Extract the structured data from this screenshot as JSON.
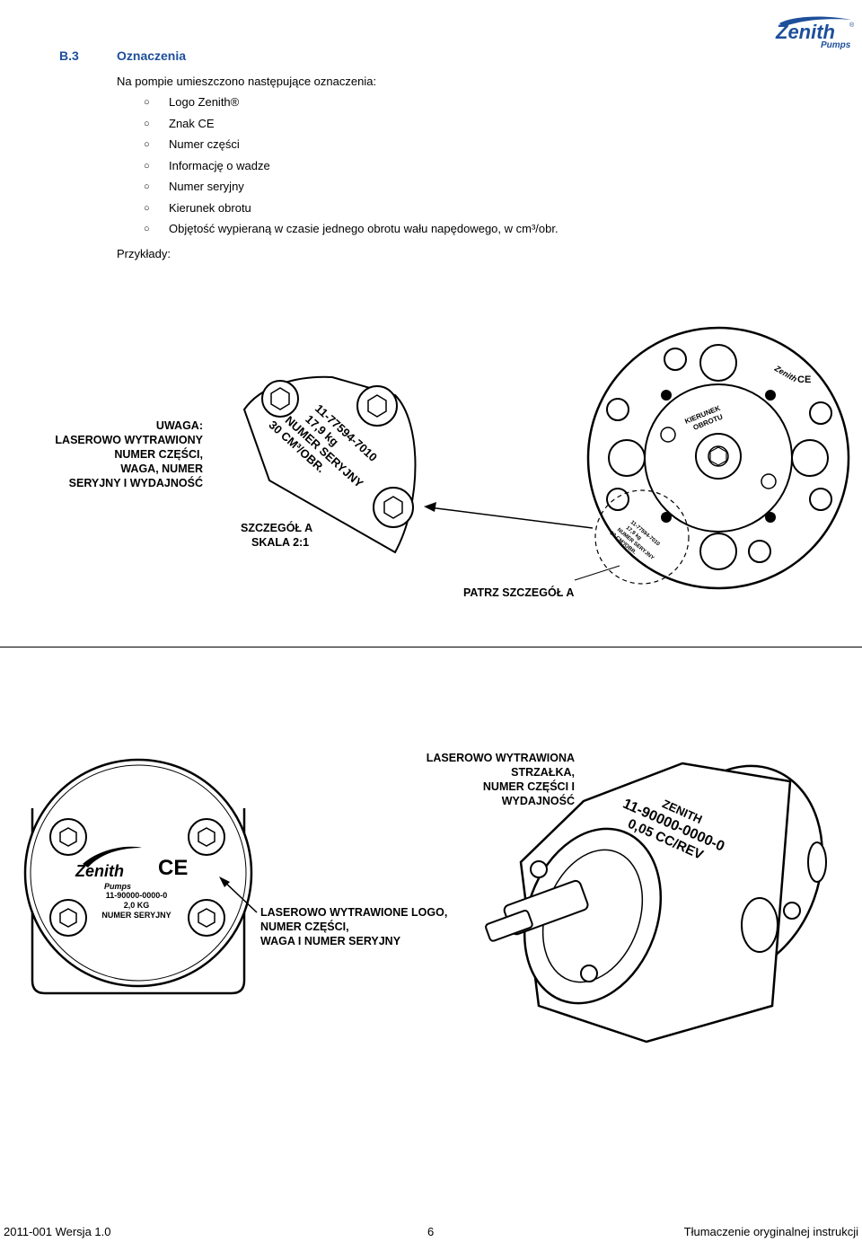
{
  "header": {
    "section_number": "B.3",
    "section_title": "Oznaczenia",
    "logo_word": "Zenith",
    "logo_sub": "Pumps",
    "logo_reg": "®"
  },
  "body": {
    "intro": "Na pompie umieszczono następujące oznaczenia:",
    "bullet_glyph": "○",
    "items": [
      "Logo Zenith®",
      "Znak CE",
      "Numer części",
      "Informację o wadze",
      "Numer seryjny",
      "Kierunek obrotu",
      "Objętość wypieraną w czasie jednego obrotu wału napędowego, w cm³/obr."
    ],
    "examples_label": "Przykłady:"
  },
  "figure1": {
    "warning": [
      "UWAGA:",
      "LASEROWO WYTRAWIONY",
      "NUMER CZĘŚCI,",
      "WAGA, NUMER",
      "SERYJNY I WYDAJNOŚĆ"
    ],
    "detail_label": [
      "SZCZEGÓŁ A",
      "SKALA 2:1"
    ],
    "detail_engraving": [
      "11-77594-7010",
      "17,9 kg",
      "NUMER SERYJNY",
      "30 CM³/OBR."
    ],
    "see_detail": "PATRZ SZCZEGÓŁ A",
    "direction_label": [
      "KIERUNEK",
      "OBROTU"
    ],
    "small_engraving": [
      "11-77594-7010",
      "17,9 kg",
      "NUMER SERYJNY",
      "30 CM³/OBR."
    ],
    "ce_mark": "CE"
  },
  "figure2": {
    "pump_engraving": [
      "11-90000-0000-0",
      "2,0 KG",
      "NUMER SERYJNY"
    ],
    "ce_mark": "CE",
    "logo_callout": [
      "LASEROWO WYTRAWIONE LOGO,",
      "NUMER CZĘŚCI,",
      "WAGA I NUMER SERYJNY"
    ],
    "arrow_callout": [
      "LASEROWO WYTRAWIONA",
      "STRZAŁKA,",
      "NUMER CZĘŚCI I",
      "WYDAJNOŚĆ"
    ],
    "body_engraving": [
      "ZENITH",
      "11-90000-0000-0",
      "0,05 CC/REV"
    ]
  },
  "footer": {
    "left": "2011-001 Wersja 1.0",
    "center": "6",
    "right": "Tłumaczenie oryginalnej instrukcji"
  },
  "colors": {
    "heading": "#1d4f9a",
    "logo_blue": "#1d4f9a"
  }
}
